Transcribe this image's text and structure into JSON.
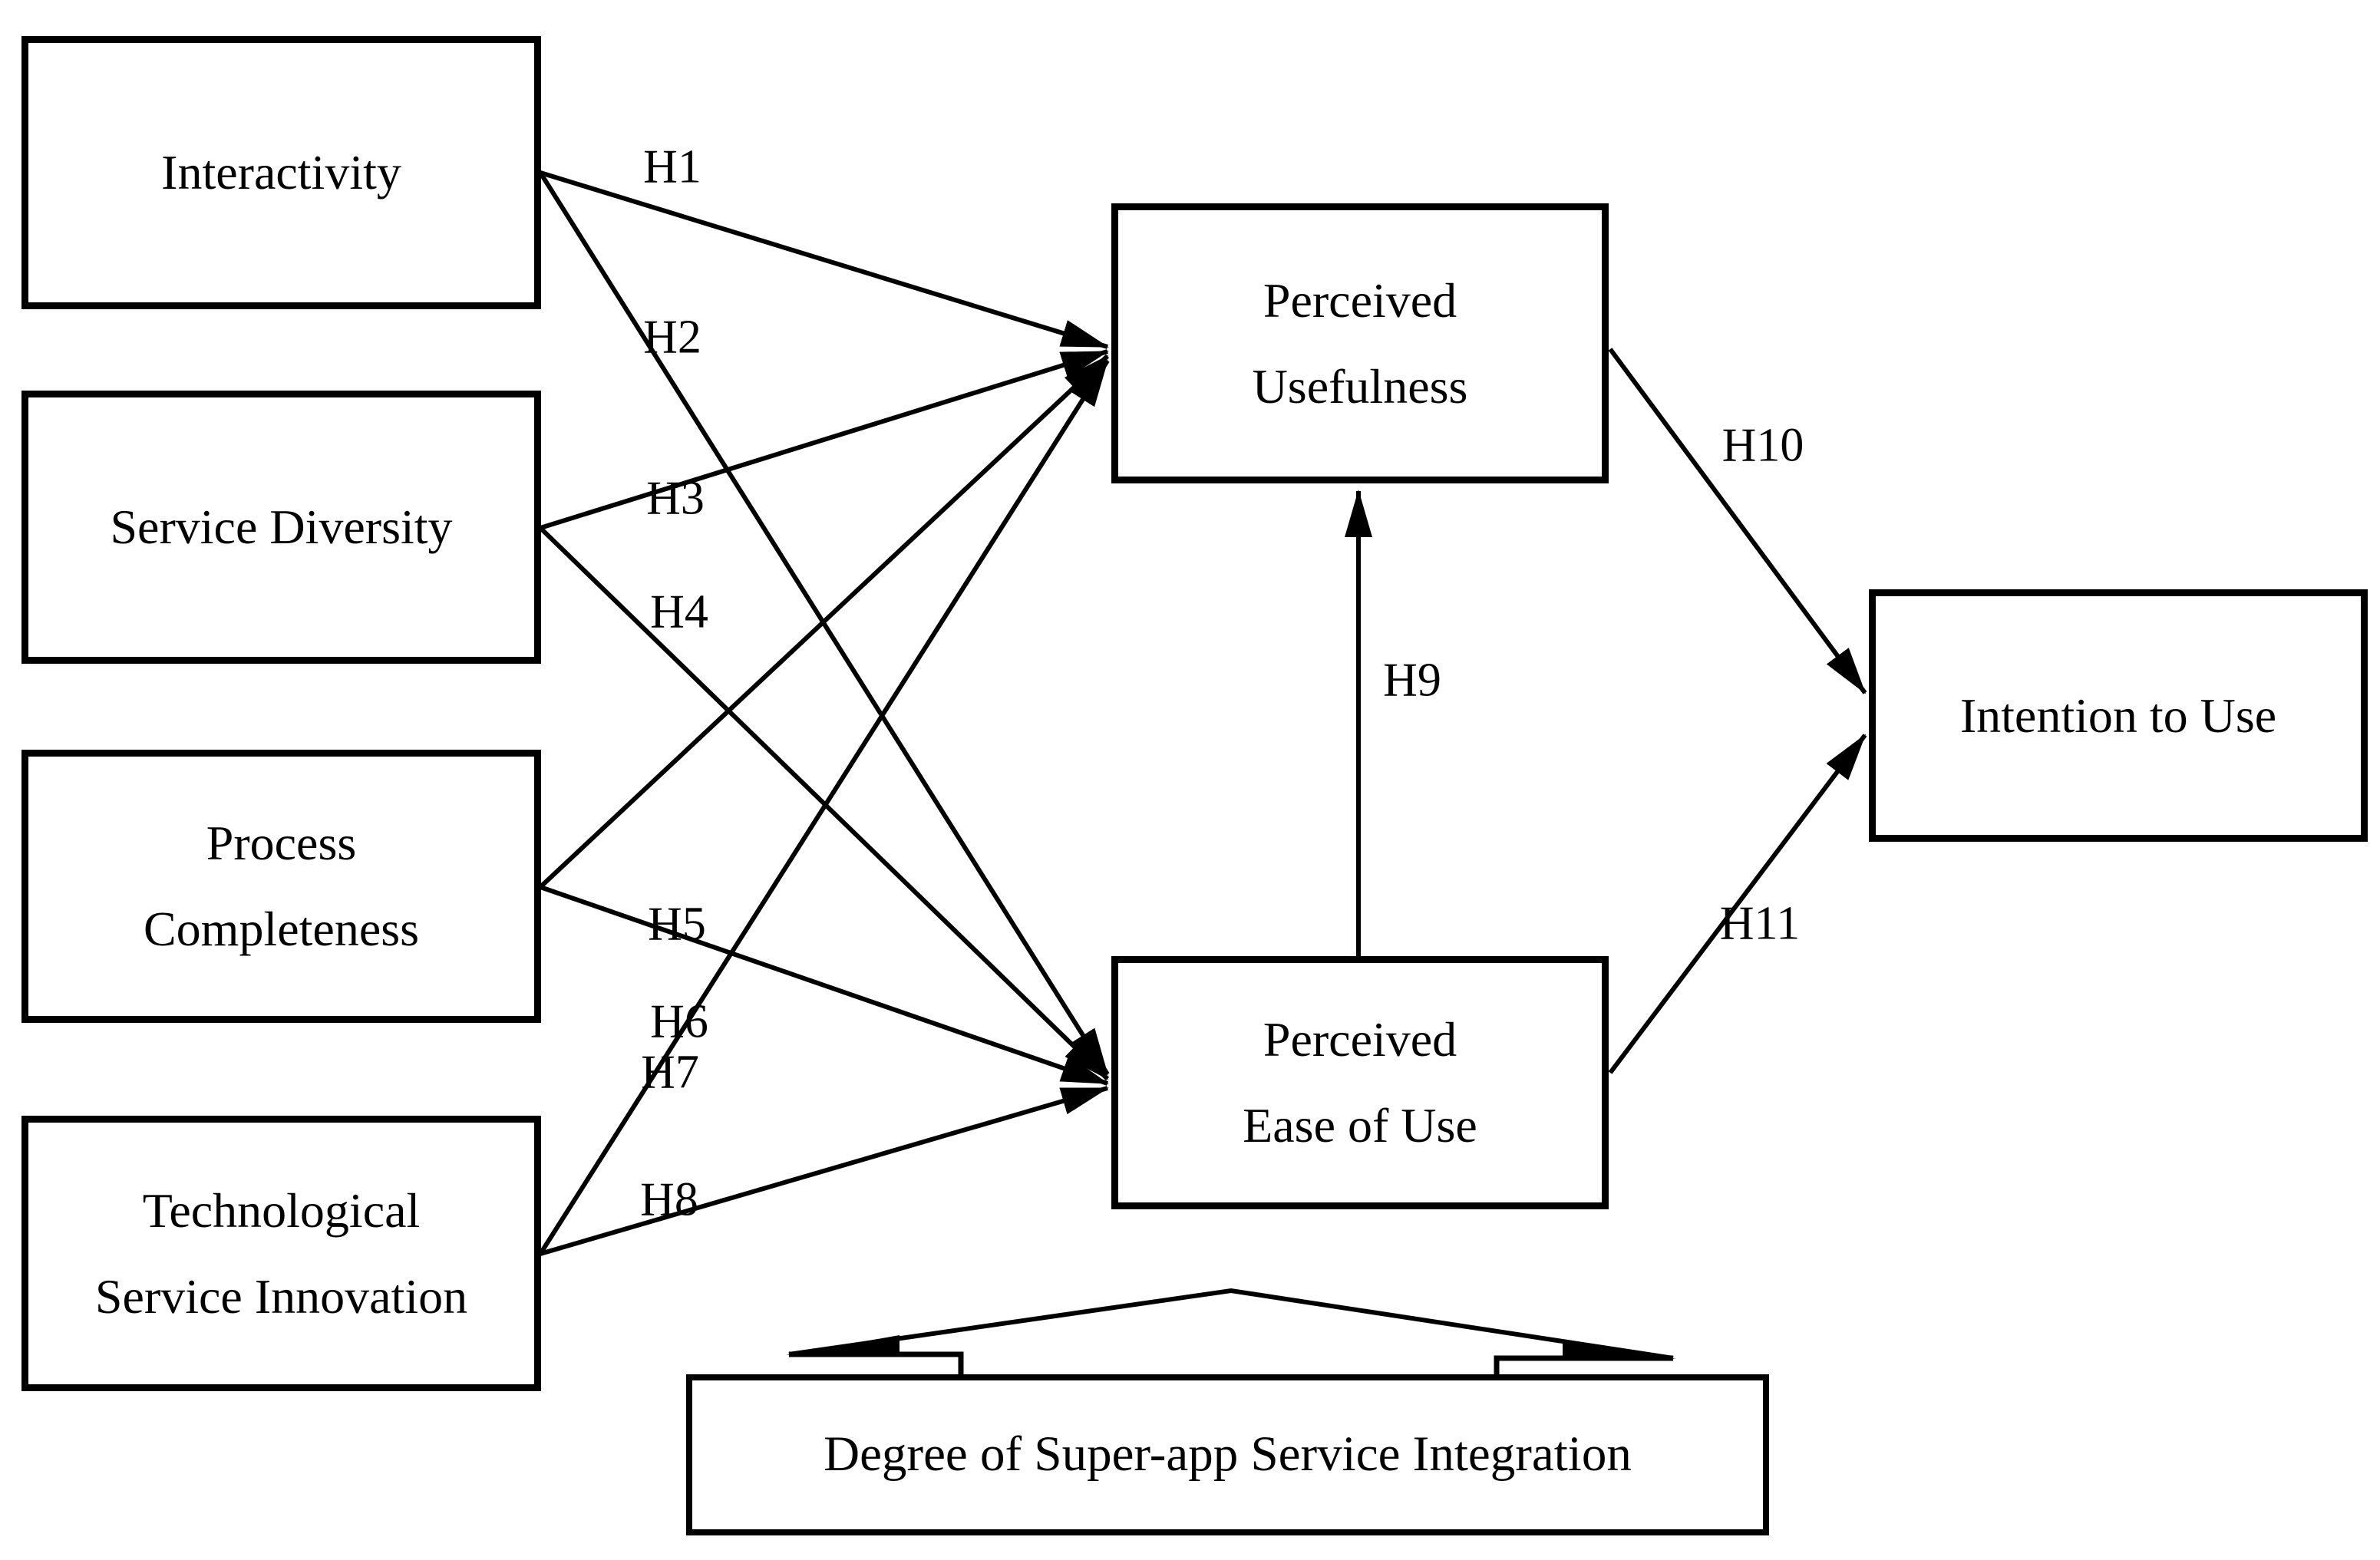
{
  "background": "#ffffff",
  "ink": "#000000",
  "nodes": {
    "interactivity": {
      "label": "Interactivity"
    },
    "service_diversity": {
      "label": "Service Diversity"
    },
    "process_completeness": {
      "label": "Process\nCompleteness"
    },
    "technological_service_innovation": {
      "label": "Technological\nService Innovation"
    },
    "perceived_usefulness": {
      "label": "Perceived\nUsefulness"
    },
    "perceived_ease_of_use": {
      "label": "Perceived\nEase of Use"
    },
    "intention_to_use": {
      "label": "Intention to Use"
    },
    "moderator": {
      "label": "Degree of Super-app Service Integration"
    }
  },
  "edges": [
    {
      "label": "H1",
      "from": "Interactivity",
      "to": "Perceived Usefulness"
    },
    {
      "label": "H2",
      "from": "Interactivity",
      "to": "Perceived Ease of Use"
    },
    {
      "label": "H3",
      "from": "Service Diversity",
      "to": "Perceived Usefulness"
    },
    {
      "label": "H4",
      "from": "Service Diversity",
      "to": "Perceived Ease of Use"
    },
    {
      "label": "H5",
      "from": "Process Completeness",
      "to": "Perceived Usefulness"
    },
    {
      "label": "H6",
      "from": "Process Completeness",
      "to": "Perceived Ease of Use"
    },
    {
      "label": "H7",
      "from": "Technological Service Innovation",
      "to": "Perceived Usefulness"
    },
    {
      "label": "H8",
      "from": "Technological Service Innovation",
      "to": "Perceived Ease of Use"
    },
    {
      "label": "H9",
      "from": "Perceived Ease of Use",
      "to": "Perceived Usefulness"
    },
    {
      "label": "H10",
      "from": "Perceived Usefulness",
      "to": "Intention to Use"
    },
    {
      "label": "H11",
      "from": "Perceived Ease of Use",
      "to": "Intention to Use"
    }
  ],
  "moderation": {
    "moderator": "Degree of Super-app Service Integration",
    "targets": [
      "Perceived Usefulness",
      "Perceived Ease of Use"
    ]
  }
}
